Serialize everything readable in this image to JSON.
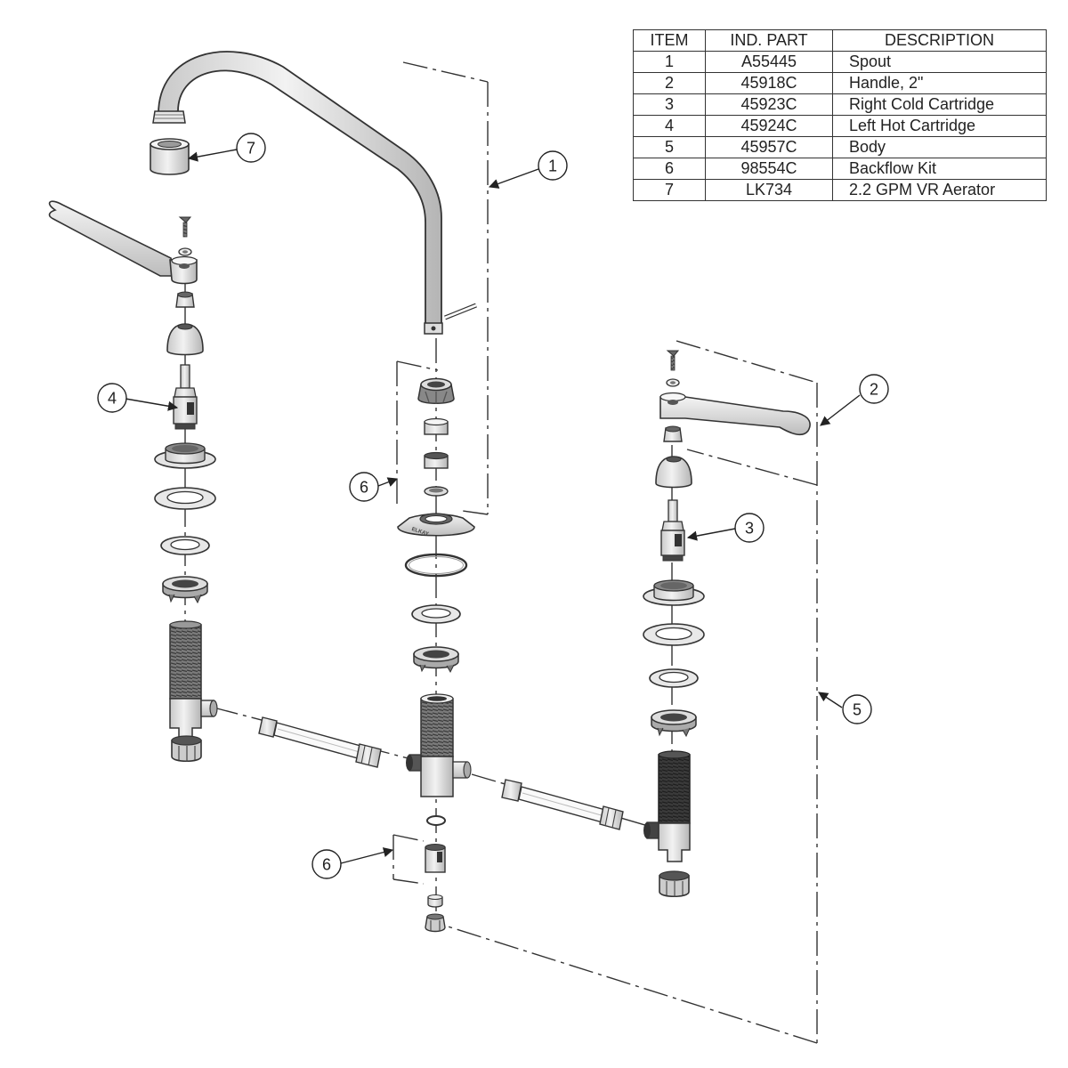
{
  "table": {
    "headers": {
      "item": "ITEM",
      "part": "IND. PART",
      "description": "DESCRIPTION"
    },
    "rows": [
      {
        "item": "1",
        "part": "A55445",
        "description": "Spout"
      },
      {
        "item": "2",
        "part": "45918C",
        "description": "Handle, 2\""
      },
      {
        "item": "3",
        "part": "45923C",
        "description": "Right Cold Cartridge"
      },
      {
        "item": "4",
        "part": "45924C",
        "description": "Left Hot Cartridge"
      },
      {
        "item": "5",
        "part": "45957C",
        "description": "Body"
      },
      {
        "item": "6",
        "part": "98554C",
        "description": "Backflow Kit"
      },
      {
        "item": "7",
        "part": "LK734",
        "description": "2.2 GPM VR Aerator"
      }
    ]
  },
  "callouts": {
    "c1": "1",
    "c2": "2",
    "c3": "3",
    "c4": "4",
    "c5": "5",
    "c6a": "6",
    "c6b": "6",
    "c7": "7"
  },
  "stamp": "ELKAY",
  "colors": {
    "line": "#333333",
    "partFill": "#e6e6e6",
    "partShade": "#bcbcbc",
    "dark": "#555555"
  }
}
